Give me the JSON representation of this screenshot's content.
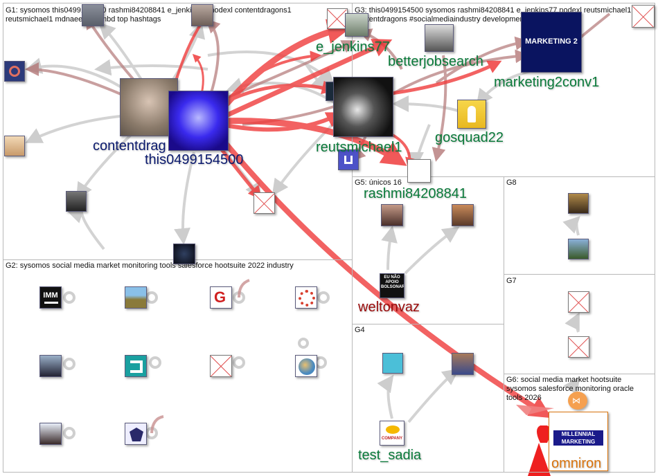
{
  "groups": [
    {
      "id": "G1",
      "label": "G1: sysomos this0499154500 rashmi84208841 e_jenkins77 nodexl contentdragons1 reutsmichael1 mdnaeemislambd top hashtags"
    },
    {
      "id": "G2",
      "label": "G2: sysomos social media market monitoring tools salesforce hootsuite 2022 industry"
    },
    {
      "id": "G3",
      "label": "G3: this0499154500 sysomos rashmi84208841 e_jenkins77 nodexl reutsmichael1 contentdragons #socialmediaindustry development #trends"
    },
    {
      "id": "G4",
      "label": "G4"
    },
    {
      "id": "G5",
      "label": "G5: únicos 16"
    },
    {
      "id": "G6",
      "label": "G6: social media market hootsuite sysomos salesforce monitoring oracle tools 2026"
    },
    {
      "id": "G7",
      "label": "G7"
    },
    {
      "id": "G8",
      "label": "G8"
    }
  ],
  "node_labels": {
    "contentdragons": "contentdrag",
    "this0499154500": "this0499154500",
    "e_jenkins77": "e_jenkins77",
    "betterjobsearch": "betterjobsearch",
    "marketing2conv1": "marketing2conv1",
    "reutsmichael1": "reutsmichael1",
    "gosquad22": "gosquad22",
    "rashmi84208841": "rashmi84208841",
    "weltonvaz": "weltonvaz",
    "test_sadia": "test_sadia",
    "omniron": "omniron"
  },
  "thumb_text": {
    "imm": "IMM",
    "marketing2": "MARKETING 2",
    "eu_nao_apoio": "EU NÃO APOIO BOLSONARO",
    "company": "COMPANY",
    "millennial": "MILLENNIAL MARKETING"
  },
  "colors": {
    "label_dark_blue": "#0b1a6e",
    "label_green": "#0a7a3a",
    "label_dark_red": "#9a0a0a",
    "label_orange": "#d9730d",
    "edge_red": "#ee3030",
    "edge_gray": "#c8c8c8",
    "edge_brown": "#a05050"
  }
}
